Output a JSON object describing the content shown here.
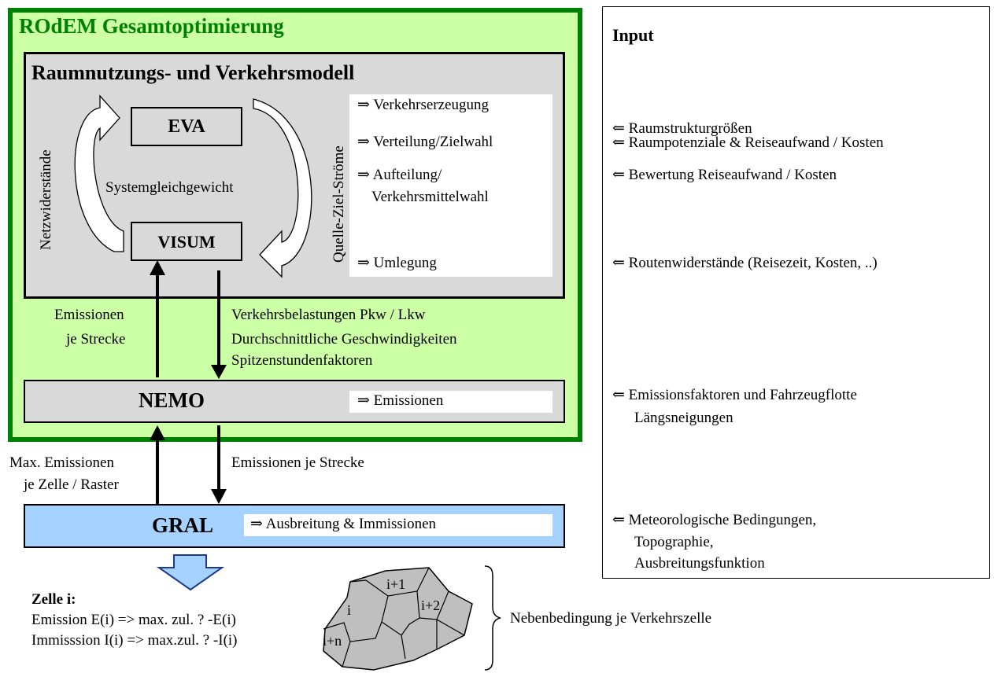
{
  "title": "ROdEM Gesamtoptimierung",
  "model": {
    "title": "Raumnutzungs- und Verkehrsmodell",
    "eva": "EVA",
    "visum": "VISUM",
    "center": "Systemgleichgewicht",
    "left_vertical": "Netzwiderstände",
    "right_vertical": "Quelle-Ziel-Ströme",
    "steps": [
      "⇒ Verkehrserzeugung",
      "⇒ Verteilung/Zielwahl",
      "⇒ Aufteilung/",
      "Verkehrsmittelwahl",
      "⇒ Umlegung"
    ]
  },
  "flows": {
    "emissionen_left_1": "Emissionen",
    "emissionen_left_2": "je Strecke",
    "right_1": "Verkehrsbelastungen Pkw / Lkw",
    "right_2": "Durchschnittliche Geschwindigkeiten",
    "right_3": "Spitzenstundenfaktoren",
    "max_1": "Max. Emissionen",
    "max_2": "je Zelle / Raster",
    "emis_strecke": "Emissionen je Strecke"
  },
  "nemo": {
    "label": "NEMO",
    "output": "⇒ Emissionen"
  },
  "gral": {
    "label": "GRAL",
    "output": "⇒ Ausbreitung & Immissionen"
  },
  "input": {
    "title": "Input",
    "items": [
      "⇐ Raumstrukturgrößen",
      "⇐ Raumpotenziale & Reiseaufwand / Kosten",
      "⇐ Bewertung Reiseaufwand / Kosten",
      "⇐ Routenwiderstände (Reisezeit, Kosten, ..)",
      "⇐ Emissionsfaktoren und Fahrzeugflotte",
      "Längsneigungen",
      "⇐ Meteorologische Bedingungen,",
      "Topographie,",
      "Ausbreitungsfunktion"
    ]
  },
  "cell": {
    "title": "Zelle i:",
    "line1": "Emission E(i) => max. zul. ? -E(i)",
    "line2": "Immisssion I(i) => max.zul. ? -I(i)",
    "labels": [
      "i",
      "i+1",
      "i+2",
      "i+n"
    ],
    "constraint": "Nebenbedingung je Verkehrszelle"
  },
  "colors": {
    "outer_fill": "#ccffa6",
    "outer_border": "#008000",
    "model_fill": "#d9d9d9",
    "nemo_fill": "#d9d9d9",
    "gral_fill": "#a6d2ff",
    "arrow_fill": "#a6d2ff",
    "cell_fill": "#bfbfbf"
  }
}
